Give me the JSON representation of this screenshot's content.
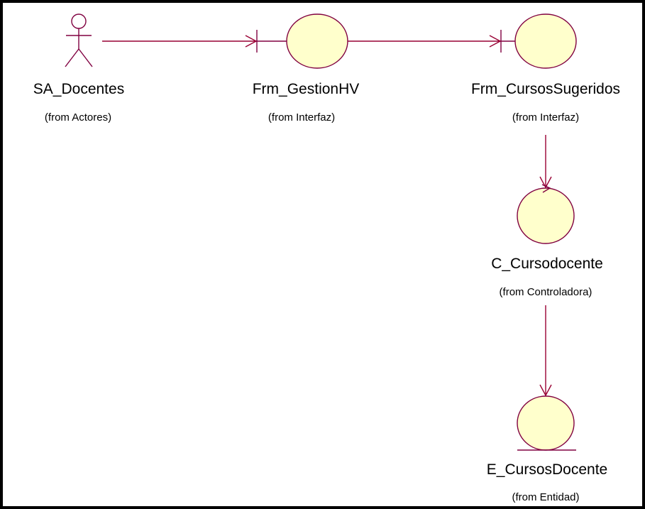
{
  "colors": {
    "background": "#ffffff",
    "border": "#000000",
    "element_fill": "#ffffcc",
    "element_stroke": "#800040",
    "connector": "#990033"
  },
  "elements": [
    {
      "id": "actor",
      "kind": "actor",
      "icon": "actor-stick-figure-icon",
      "name": "SA_Docentes",
      "from": "(from Actores)"
    },
    {
      "id": "frm_gestionhv",
      "kind": "boundary",
      "icon": "boundary-icon",
      "name": "Frm_GestionHV",
      "from": "(from Interfaz)"
    },
    {
      "id": "frm_cursossugeridos",
      "kind": "boundary",
      "icon": "boundary-icon",
      "name": "Frm_CursosSugeridos",
      "from": "(from Interfaz)"
    },
    {
      "id": "c_cursodocente",
      "kind": "control",
      "icon": "control-icon",
      "name": "C_Cursodocente",
      "from": "(from Controladora)"
    },
    {
      "id": "e_cursosdocente",
      "kind": "entity",
      "icon": "entity-icon",
      "name": "E_CursosDocente",
      "from": "(from Entidad)"
    }
  ],
  "connections": [
    {
      "from": "actor",
      "to": "frm_gestionhv"
    },
    {
      "from": "frm_gestionhv",
      "to": "frm_cursossugeridos"
    },
    {
      "from": "frm_cursossugeridos",
      "to": "c_cursodocente"
    },
    {
      "from": "c_cursodocente",
      "to": "e_cursosdocente"
    }
  ]
}
